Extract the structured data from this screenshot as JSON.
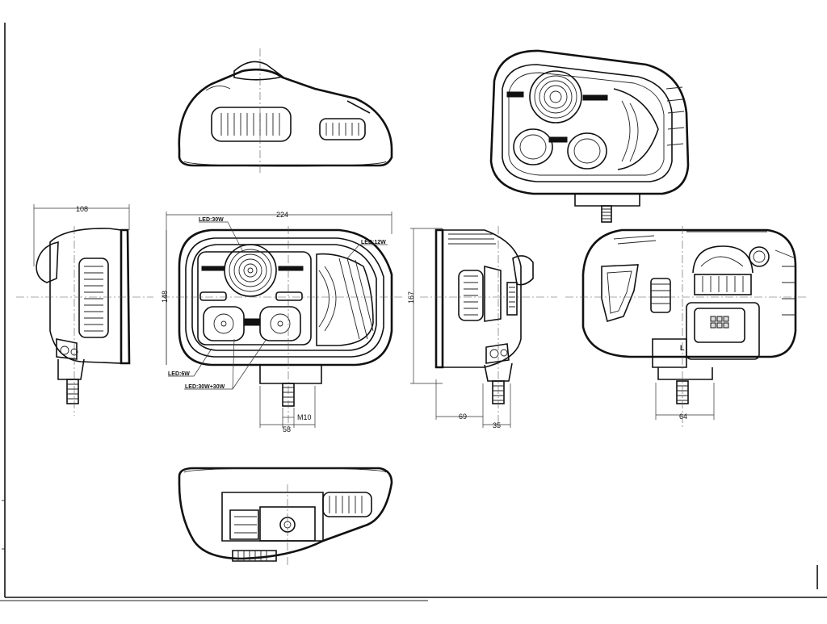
{
  "drawing": {
    "dimensions": {
      "depth_left": "108",
      "width_front": "224",
      "height_front": "148",
      "height_side": "167",
      "mount_thread": "M10",
      "mount_offset_front": "58",
      "mount_offset_side_a": "69",
      "mount_offset_side_b": "35",
      "mount_offset_rear": "64"
    },
    "labels": {
      "led_high_beam": "LED:30W",
      "led_indicator": "LED:12W",
      "led_position": "LED:6W",
      "led_low_beams": "LED:30W+30W",
      "connector_mark": "L"
    }
  },
  "colors": {
    "line": "#111111",
    "paper": "#ffffff"
  }
}
